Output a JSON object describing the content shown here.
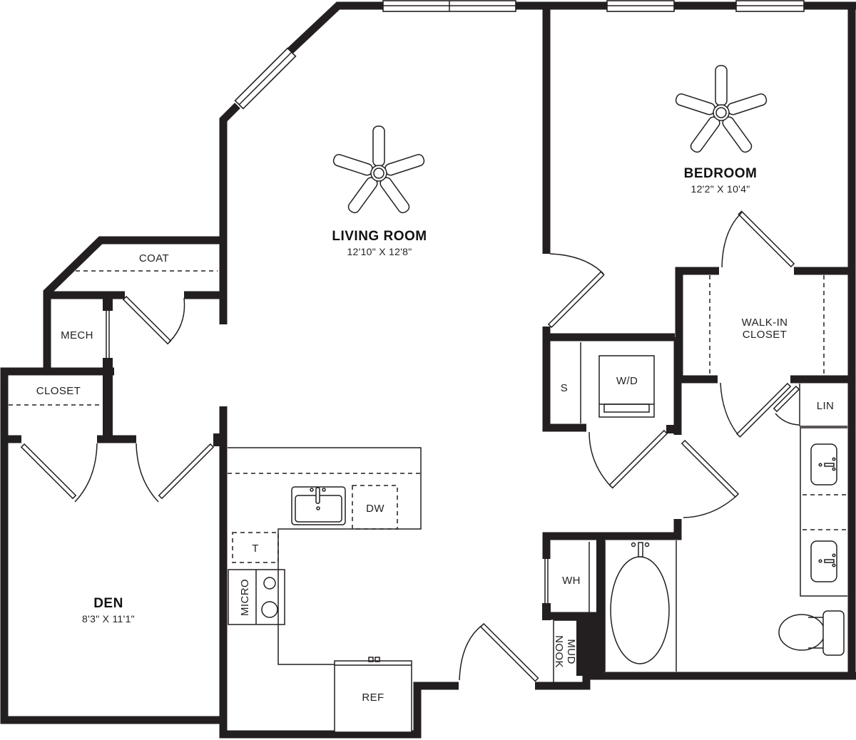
{
  "plan": {
    "colors": {
      "wall": "#231f20",
      "background": "#ffffff"
    },
    "rooms": {
      "living_room": {
        "name": "LIVING ROOM",
        "dimensions": "12'10\" X 12'8\""
      },
      "bedroom": {
        "name": "BEDROOM",
        "dimensions": "12'2\" X 10'4\""
      },
      "den": {
        "name": "DEN",
        "dimensions": "8'3\" X 11'1\""
      }
    },
    "labels": {
      "coat": "COAT",
      "mech": "MECH",
      "closet": "CLOSET",
      "walk_in_closet_line1": "WALK-IN",
      "walk_in_closet_line2": "CLOSET",
      "storage": "S",
      "washer_dryer": "W/D",
      "linen": "LIN",
      "dishwasher": "DW",
      "trash": "T",
      "microwave": "MICRO",
      "water_heater": "WH",
      "mud_nook_line1": "MUD",
      "mud_nook_line2": "NOOK",
      "refrigerator": "REF"
    },
    "icons": [
      "ceiling-fan-icon",
      "sink-icon",
      "bathtub-icon",
      "toilet-icon",
      "stove-icon",
      "door-swing-icon",
      "window-icon"
    ]
  }
}
